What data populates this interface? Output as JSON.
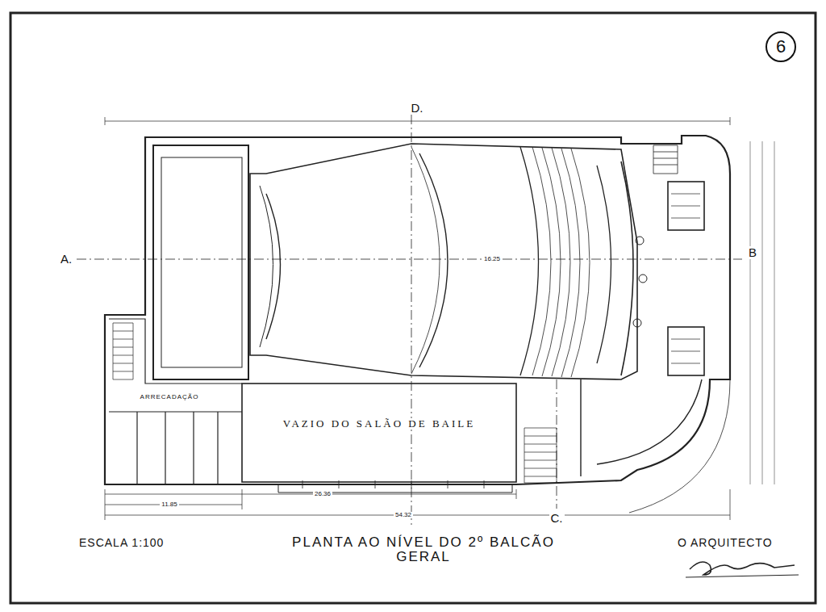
{
  "diagram": {
    "title": "PLANTA AO NÍVEL DO 2º BALCÃO GERAL",
    "nodes": [
      {
        "text": [
          "6"
        ]
      }
    ],
    "labels": [
      "A.",
      "B",
      "D.",
      "C.",
      "VAZIO DO SALÃO DE BAILE",
      "ARRECADAÇÃO",
      "54.32",
      "26.36",
      "11.85",
      "16.25",
      "ESCALA 1:100",
      "O ARQUITECTO"
    ]
  }
}
